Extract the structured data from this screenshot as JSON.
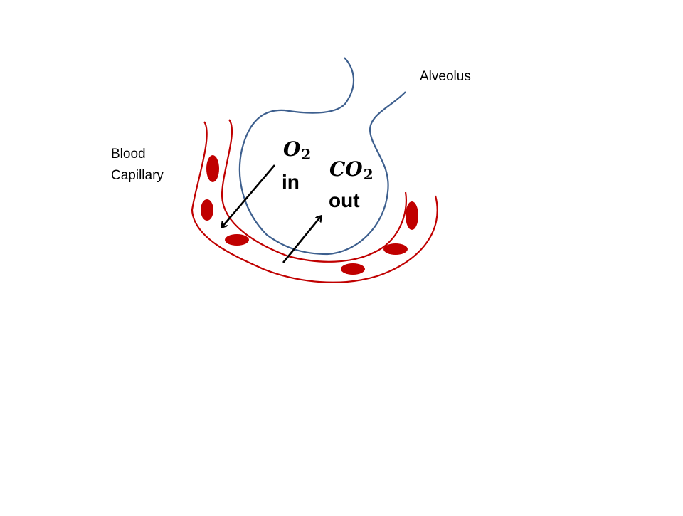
{
  "labels": {
    "alveolus": "Alveolus",
    "blood_line1": "Blood",
    "blood_line2": "Capillary",
    "o2_symbol": "O",
    "o2_sub": "2",
    "o2_dir": "in",
    "co2_symbol": "CO",
    "co2_sub": "2",
    "co2_dir": "out"
  },
  "colors": {
    "alveolus_outline": "#3d5f8e",
    "capillary_wall": "#c00000",
    "red_blood_cell": "#c00000",
    "arrow": "#000000"
  }
}
